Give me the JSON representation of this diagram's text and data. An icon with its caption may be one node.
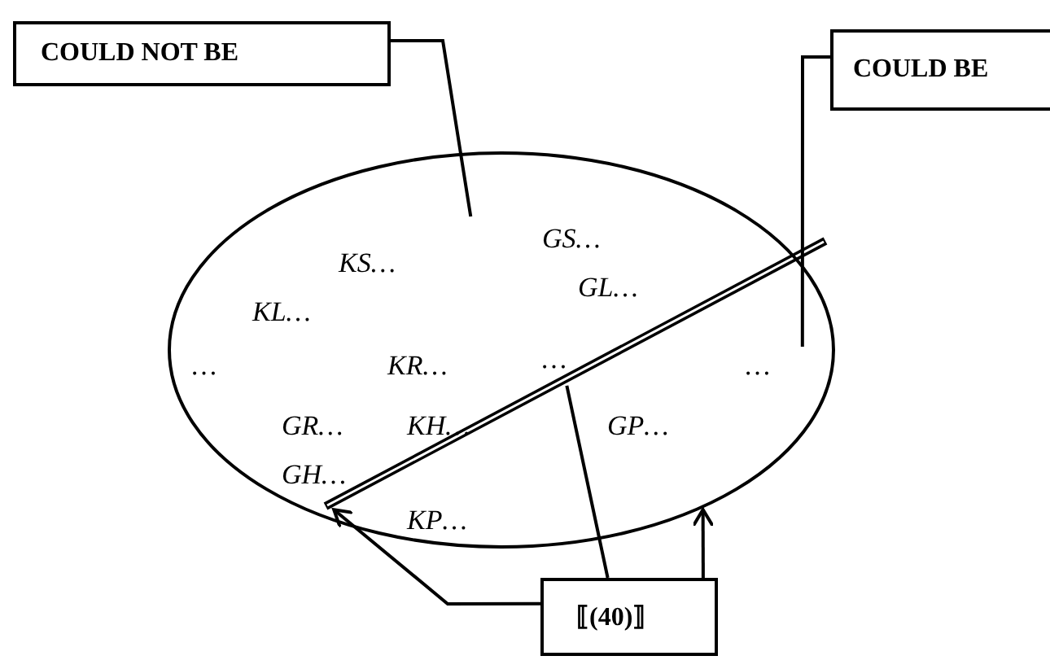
{
  "diagram": {
    "nodes": [
      {
        "text": [
          "COULD NOT BE"
        ]
      },
      {
        "text": [
          "COULD BE"
        ]
      },
      {
        "text": [
          "KS…",
          "GS…",
          "GL…",
          "KL…",
          "…",
          "KR…",
          "…",
          "…",
          "GR…",
          "KH…",
          "GP…",
          "GH…",
          "KP…"
        ]
      },
      {
        "text": [
          "⟦(40)⟧"
        ]
      }
    ],
    "edges": [
      {
        "from": 0,
        "to": 2,
        "arrow": "none"
      },
      {
        "from": 1,
        "to": 2,
        "arrow": "none"
      },
      {
        "from": 3,
        "to": 2,
        "arrow": "to"
      },
      {
        "from": 3,
        "to": 2,
        "arrow": "none"
      },
      {
        "from": 3,
        "to": 2,
        "arrow": "to"
      }
    ]
  }
}
